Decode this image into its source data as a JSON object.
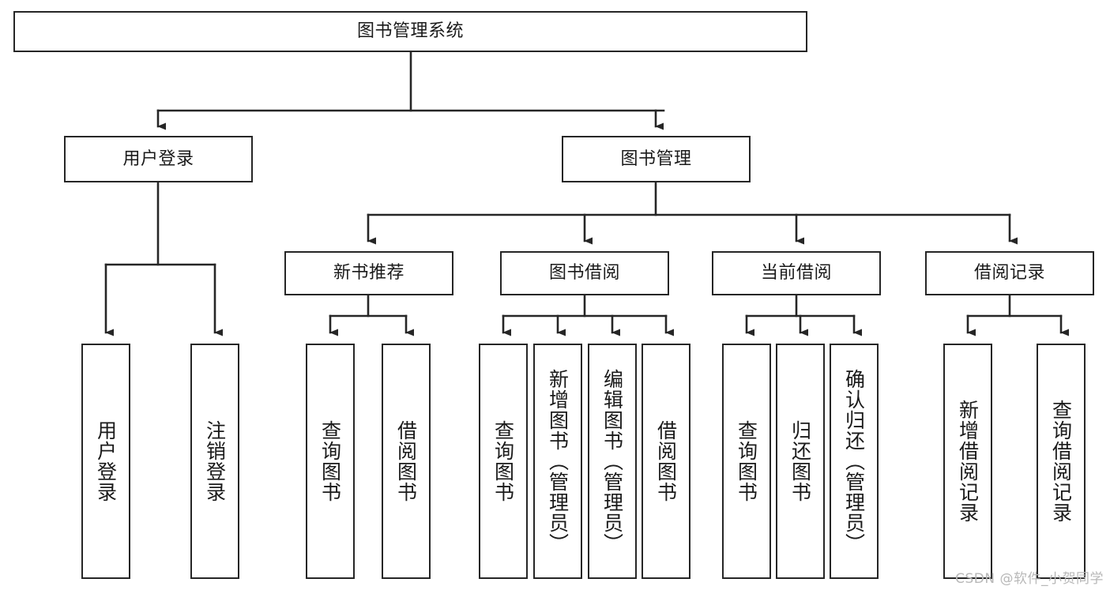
{
  "diagram": {
    "title": "图书管理系统",
    "type": "tree-hierarchy-diagram",
    "colors": {
      "box_border": "#262626",
      "box_fill": "#ffffff",
      "edge": "#262626",
      "text": "#1a1a1a",
      "watermark": "#b8b8b8"
    },
    "root": {
      "label": "图书管理系统"
    },
    "level1": [
      {
        "label": "用户登录"
      },
      {
        "label": "图书管理"
      }
    ],
    "level2": [
      {
        "label": "新书推荐"
      },
      {
        "label": "图书借阅"
      },
      {
        "label": "当前借阅"
      },
      {
        "label": "借阅记录"
      }
    ],
    "leaves": {
      "user_login": [
        {
          "label": "用户登录"
        },
        {
          "label": "注销登录"
        }
      ],
      "new_book_recommend": [
        {
          "label": "查询图书"
        },
        {
          "label": "借阅图书"
        }
      ],
      "book_borrow": [
        {
          "label": "查询图书"
        },
        {
          "label": "新增图书（管理员）"
        },
        {
          "label": "编辑图书（管理员）"
        },
        {
          "label": "借阅图书"
        }
      ],
      "current_borrow": [
        {
          "label": "查询图书"
        },
        {
          "label": "归还图书"
        },
        {
          "label": "确认归还（管理员）"
        }
      ],
      "borrow_record": [
        {
          "label": "新增借阅记录"
        },
        {
          "label": "查询借阅记录"
        }
      ]
    }
  },
  "watermark": {
    "text": "CSDN @软件_小贺同学"
  }
}
